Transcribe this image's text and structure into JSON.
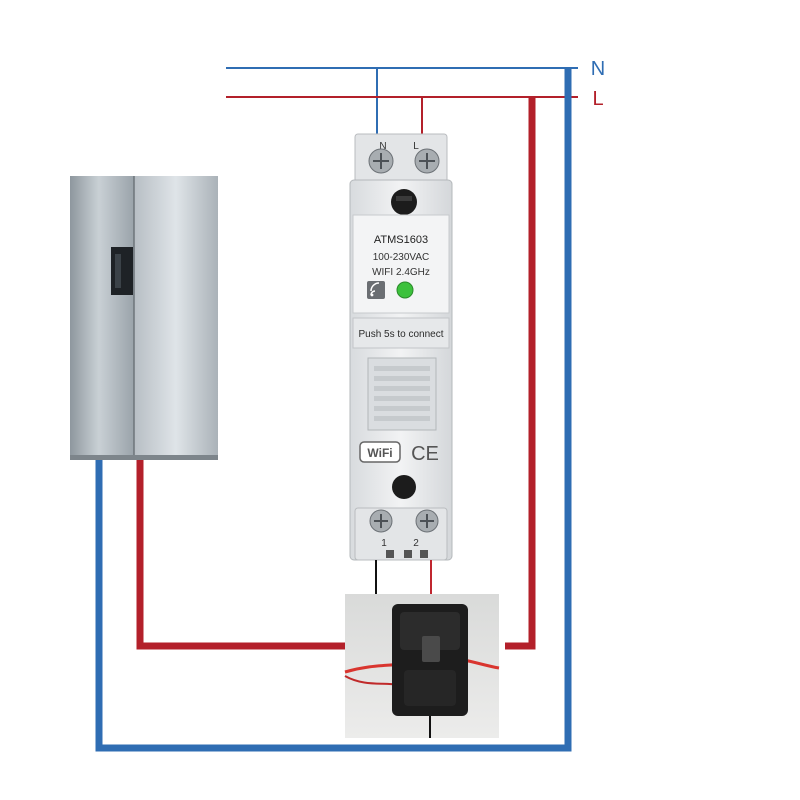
{
  "lines": {
    "neutral_label": "N",
    "live_label": "L",
    "neutral_color": "#2f6db3",
    "live_color": "#b3202a"
  },
  "device": {
    "model": "ATMS1603",
    "voltage": "100-230VAC",
    "wifi_band": "WIFI 2.4GHz",
    "button_hint": "Push 5s to connect",
    "top_terminal_n": "N",
    "top_terminal_l": "L",
    "bottom_terminal_1": "1",
    "bottom_terminal_2": "2",
    "wifi_logo": "WiFi",
    "ce_mark": "CE",
    "led_color": "#3cc13c",
    "icons": [
      "wifi-signal-icon",
      "status-led"
    ]
  },
  "appliance": {
    "icon": "refrigerator"
  },
  "sensor": {
    "icon": "current-transformer-clamp"
  }
}
